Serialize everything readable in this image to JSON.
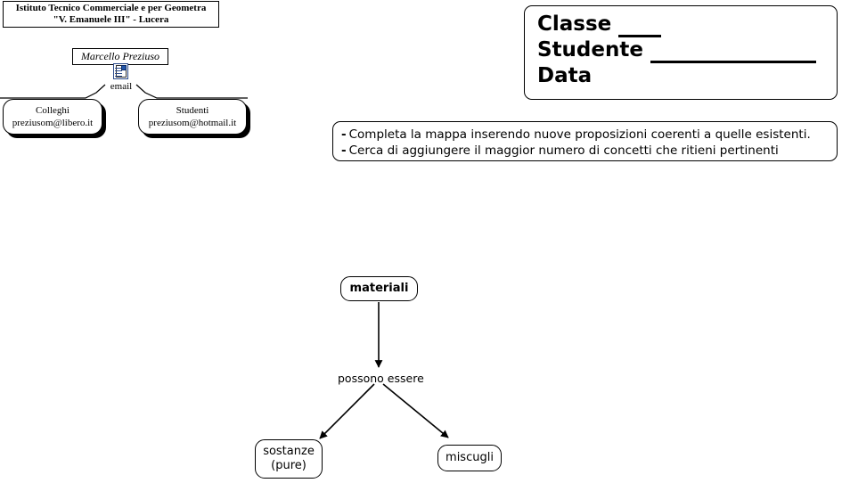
{
  "institute": {
    "line1": "Istituto Tecnico Commerciale e per Geometra",
    "line2": "\"V. Emanuele III\" - Lucera"
  },
  "author_map": {
    "author_name": "Marcello Preziuso",
    "icon_name": "document-icon",
    "link_label": "email",
    "nodes": [
      {
        "title": "Colleghi",
        "address": "preziusom@libero.it"
      },
      {
        "title": "Studenti",
        "address": "preziusom@hotmail.it"
      }
    ]
  },
  "form": {
    "classe_label": "Classe",
    "studente_label": "Studente",
    "data_label": "Data",
    "classe_value": "",
    "studente_value": "",
    "data_value": ""
  },
  "instructions": {
    "bullet": "-",
    "line1": "Completa la mappa inserendo nuove proposizioni coerenti a quelle esistenti.",
    "line2": "Cerca di aggiungere il maggior numero di concetti che ritieni pertinenti"
  },
  "concept_map": {
    "root": "materiali",
    "relation": "possono essere",
    "children": [
      {
        "line1": "sostanze",
        "line2": "(pure)"
      },
      {
        "line1": "miscugli",
        "line2": ""
      }
    ]
  },
  "colors": {
    "ink": "#000000",
    "paper": "#ffffff",
    "icon_border": "#2a4a8b"
  }
}
